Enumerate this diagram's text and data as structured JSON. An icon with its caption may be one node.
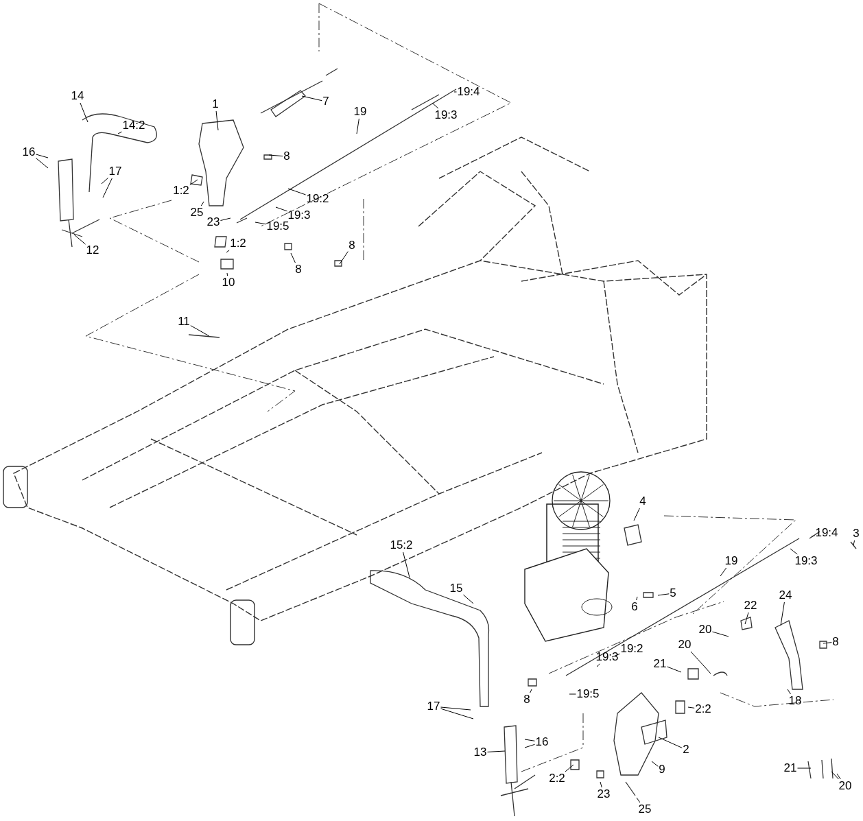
{
  "diagram": {
    "nodes": [
      {
        "text": [
          "14"
        ]
      },
      {
        "text": [
          "14:2"
        ]
      },
      {
        "text": [
          "1"
        ]
      },
      {
        "text": [
          "7"
        ]
      },
      {
        "text": [
          "19:4"
        ]
      },
      {
        "text": [
          "19"
        ]
      },
      {
        "text": [
          "19:3"
        ]
      },
      {
        "text": [
          "16"
        ]
      },
      {
        "text": [
          "8"
        ]
      },
      {
        "text": [
          "17"
        ]
      },
      {
        "text": [
          "1:2"
        ]
      },
      {
        "text": [
          "19:2"
        ]
      },
      {
        "text": [
          "25"
        ]
      },
      {
        "text": [
          "19:3"
        ]
      },
      {
        "text": [
          "19:5"
        ]
      },
      {
        "text": [
          "23"
        ]
      },
      {
        "text": [
          "1:2"
        ]
      },
      {
        "text": [
          "8"
        ]
      },
      {
        "text": [
          "12"
        ]
      },
      {
        "text": [
          "8"
        ]
      },
      {
        "text": [
          "10"
        ]
      },
      {
        "text": [
          "11"
        ]
      },
      {
        "text": [
          "4"
        ]
      },
      {
        "text": [
          "19:4"
        ]
      },
      {
        "text": [
          "3"
        ]
      },
      {
        "text": [
          "15:2"
        ]
      },
      {
        "text": [
          "19"
        ]
      },
      {
        "text": [
          "19:3"
        ]
      },
      {
        "text": [
          "15"
        ]
      },
      {
        "text": [
          "5"
        ]
      },
      {
        "text": [
          "24"
        ]
      },
      {
        "text": [
          "22"
        ]
      },
      {
        "text": [
          "6"
        ]
      },
      {
        "text": [
          "8"
        ]
      },
      {
        "text": [
          "20"
        ]
      },
      {
        "text": [
          "20"
        ]
      },
      {
        "text": [
          "19:2"
        ]
      },
      {
        "text": [
          "19:3"
        ]
      },
      {
        "text": [
          "21"
        ]
      },
      {
        "text": [
          "8"
        ]
      },
      {
        "text": [
          "19:5"
        ]
      },
      {
        "text": [
          "18"
        ]
      },
      {
        "text": [
          "2:2"
        ]
      },
      {
        "text": [
          "17"
        ]
      },
      {
        "text": [
          "16"
        ]
      },
      {
        "text": [
          "2"
        ]
      },
      {
        "text": [
          "13"
        ]
      },
      {
        "text": [
          "21"
        ]
      },
      {
        "text": [
          "9"
        ]
      },
      {
        "text": [
          "2:2"
        ]
      },
      {
        "text": [
          "20"
        ]
      },
      {
        "text": [
          "23"
        ]
      },
      {
        "text": [
          "25"
        ]
      }
    ],
    "edges": [
      {
        "from": 0,
        "to": null,
        "arrow": "none"
      },
      {
        "from": 1,
        "to": null,
        "arrow": "none"
      },
      {
        "from": 2,
        "to": null,
        "arrow": "none"
      },
      {
        "from": 3,
        "to": null,
        "arrow": "none"
      },
      {
        "from": 4,
        "to": null,
        "arrow": "none"
      },
      {
        "from": 5,
        "to": null,
        "arrow": "none"
      },
      {
        "from": 6,
        "to": null,
        "arrow": "none"
      },
      {
        "from": 7,
        "to": null,
        "arrow": "none"
      },
      {
        "from": 7,
        "to": null,
        "arrow": "none"
      },
      {
        "from": 8,
        "to": null,
        "arrow": "none"
      },
      {
        "from": 9,
        "to": null,
        "arrow": "none"
      },
      {
        "from": 9,
        "to": null,
        "arrow": "none"
      },
      {
        "from": 10,
        "to": null,
        "arrow": "none"
      },
      {
        "from": 11,
        "to": null,
        "arrow": "none"
      },
      {
        "from": 12,
        "to": null,
        "arrow": "none"
      },
      {
        "from": 13,
        "to": null,
        "arrow": "none"
      },
      {
        "from": 14,
        "to": null,
        "arrow": "none"
      },
      {
        "from": 15,
        "to": null,
        "arrow": "none"
      },
      {
        "from": 16,
        "to": null,
        "arrow": "none"
      },
      {
        "from": 17,
        "to": null,
        "arrow": "none"
      },
      {
        "from": 18,
        "to": null,
        "arrow": "none"
      },
      {
        "from": 19,
        "to": null,
        "arrow": "none"
      },
      {
        "from": 20,
        "to": null,
        "arrow": "none"
      },
      {
        "from": 21,
        "to": null,
        "arrow": "none"
      },
      {
        "from": 22,
        "to": null,
        "arrow": "none"
      },
      {
        "from": 23,
        "to": null,
        "arrow": "none"
      },
      {
        "from": 24,
        "to": null,
        "arrow": "none"
      },
      {
        "from": 25,
        "to": null,
        "arrow": "none"
      },
      {
        "from": 26,
        "to": null,
        "arrow": "none"
      },
      {
        "from": 27,
        "to": null,
        "arrow": "none"
      },
      {
        "from": 28,
        "to": null,
        "arrow": "none"
      },
      {
        "from": 29,
        "to": null,
        "arrow": "none"
      },
      {
        "from": 30,
        "to": null,
        "arrow": "none"
      },
      {
        "from": 31,
        "to": null,
        "arrow": "none"
      },
      {
        "from": 32,
        "to": null,
        "arrow": "none"
      },
      {
        "from": 33,
        "to": null,
        "arrow": "none"
      },
      {
        "from": 34,
        "to": null,
        "arrow": "none"
      },
      {
        "from": 35,
        "to": null,
        "arrow": "none"
      },
      {
        "from": 36,
        "to": null,
        "arrow": "none"
      },
      {
        "from": 37,
        "to": null,
        "arrow": "none"
      },
      {
        "from": 38,
        "to": null,
        "arrow": "none"
      },
      {
        "from": 39,
        "to": null,
        "arrow": "none"
      },
      {
        "from": 40,
        "to": null,
        "arrow": "none"
      },
      {
        "from": 41,
        "to": null,
        "arrow": "none"
      },
      {
        "from": 42,
        "to": null,
        "arrow": "none"
      },
      {
        "from": 43,
        "to": null,
        "arrow": "none"
      },
      {
        "from": 43,
        "to": null,
        "arrow": "none"
      },
      {
        "from": 44,
        "to": null,
        "arrow": "none"
      },
      {
        "from": 44,
        "to": null,
        "arrow": "none"
      },
      {
        "from": 45,
        "to": null,
        "arrow": "none"
      },
      {
        "from": 46,
        "to": null,
        "arrow": "none"
      },
      {
        "from": 47,
        "to": null,
        "arrow": "none"
      },
      {
        "from": 48,
        "to": null,
        "arrow": "none"
      },
      {
        "from": 49,
        "to": null,
        "arrow": "none"
      },
      {
        "from": 50,
        "to": null,
        "arrow": "none"
      },
      {
        "from": 50,
        "to": null,
        "arrow": "none"
      },
      {
        "from": 51,
        "to": null,
        "arrow": "none"
      },
      {
        "from": 52,
        "to": null,
        "arrow": "none"
      }
    ]
  }
}
